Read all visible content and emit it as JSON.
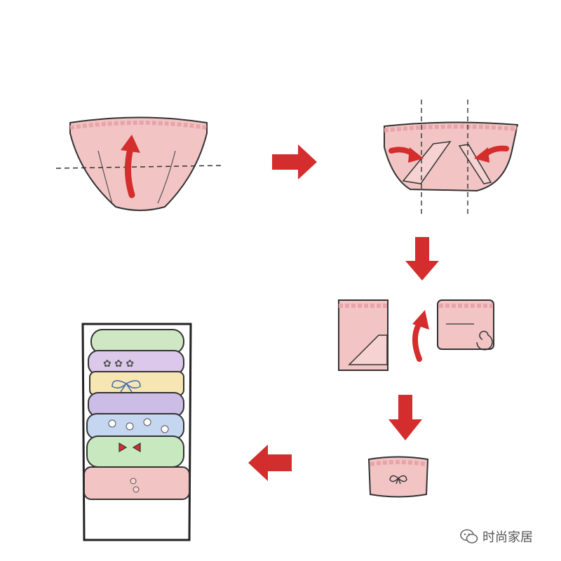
{
  "colors": {
    "fabric_pink": "#f2c4c4",
    "fabric_edge": "#e8a4a8",
    "arrow_red": "#d42d2d",
    "outline": "#333333",
    "green": "#cfe7c2",
    "purple": "#dcc8ea",
    "yellow": "#f7e6b3",
    "lavender": "#cbbde6",
    "blue": "#c4d6f0",
    "mint": "#c8e8c0"
  },
  "steps": [
    {
      "name": "fold-up",
      "arrow": "up-curved"
    },
    {
      "name": "fold-sides-in",
      "arrow": "inward-pair"
    },
    {
      "name": "roll",
      "arrow": "curved-up"
    },
    {
      "name": "tuck-finished"
    },
    {
      "name": "store-in-drawer"
    }
  ],
  "flow_arrows": [
    "right",
    "down",
    "down",
    "left"
  ],
  "drawer_items": [
    "green",
    "purple-flowers",
    "yellow-ribbon",
    "lavender",
    "blue-dots",
    "green-bow",
    "pink"
  ],
  "watermark": {
    "icon": "wechat-icon",
    "text": "时尚家居"
  }
}
